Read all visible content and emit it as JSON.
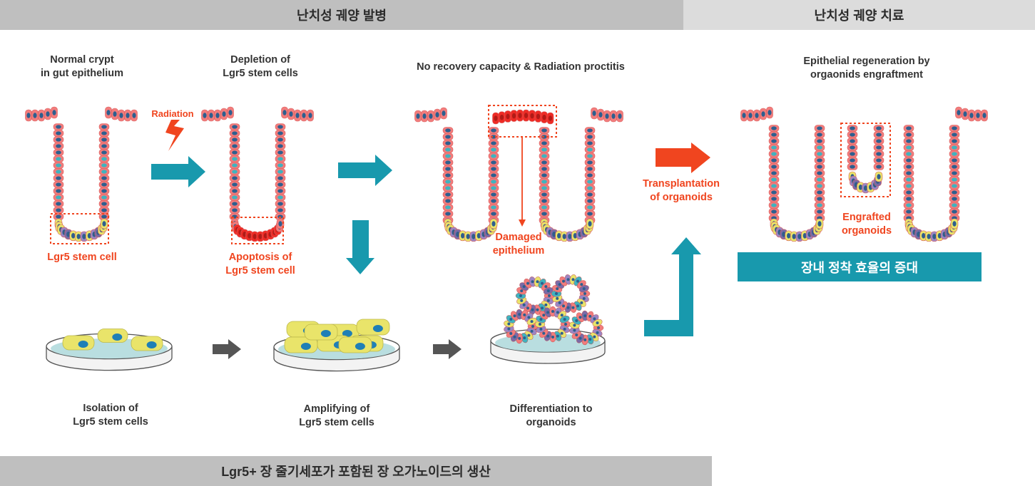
{
  "header": {
    "left_title": "난치성 궤양 발병",
    "right_title": "난치성 궤양 치료"
  },
  "stages": {
    "normal": "Normal crypt\nin gut epithelium",
    "depletion": "Depletion of\nLgr5 stem cells",
    "no_recovery": "No recovery capacity  & Radiation proctitis",
    "regeneration": "Epithelial regeneration by\norgaonids engraftment"
  },
  "annotations": {
    "radiation": "Radiation",
    "lgr5_stem_cell": "Lgr5 stem cell",
    "apoptosis": "Apoptosis of\nLgr5 stem cell",
    "damaged": "Damaged\nepithelium",
    "transplantation": "Transplantation\nof organoids",
    "engrafted": "Engrafted\norganoids"
  },
  "culture": {
    "isolation": "Isolation of\nLgr5 stem cells",
    "amplifying": "Amplifying of\nLgr5 stem cells",
    "differentiation": "Differentiation to\norganoids"
  },
  "result_box": "장내 정착 효율의 증대",
  "footer": "Lgr5+ 장 줄기세포가 포함된 장 오가노이드의 생산",
  "colors": {
    "teal": "#1899ad",
    "red_accent": "#f0451f",
    "cell_pink": "#f27c7c",
    "nucleus_blue": "#2d5f8f",
    "stem_yellow": "#e9e46a",
    "header_gray": "#bfbfbf",
    "header_light": "#dcdcdc"
  }
}
